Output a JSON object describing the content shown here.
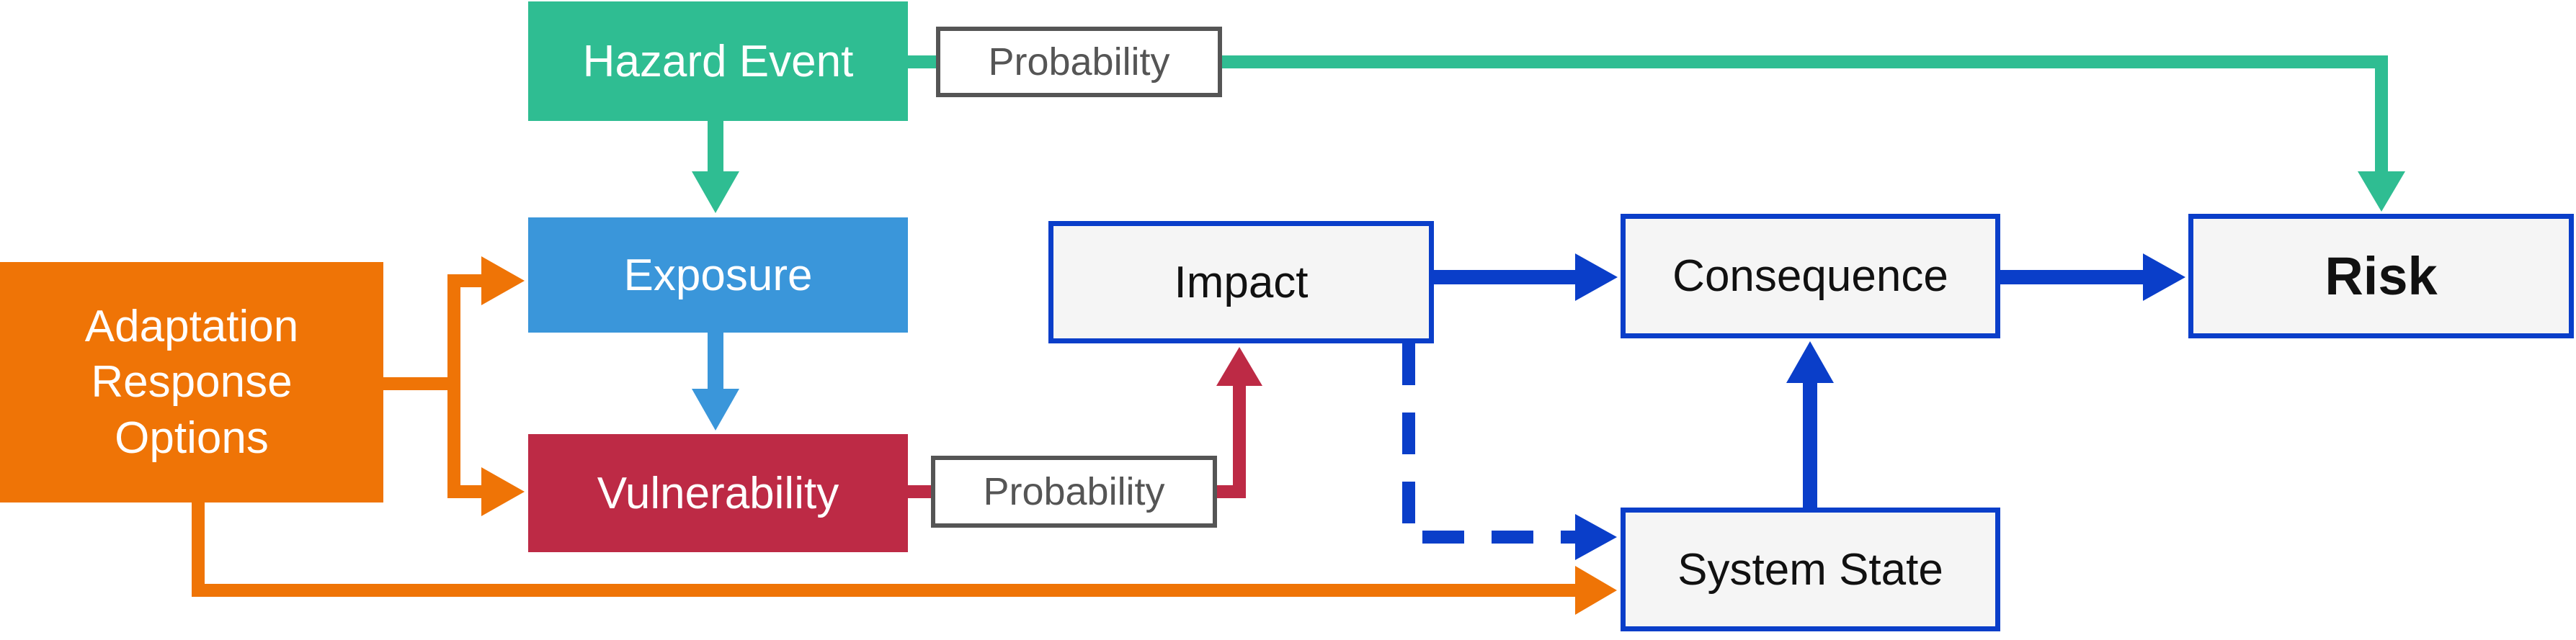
{
  "nodes": {
    "hazard_event": "Hazard Event",
    "exposure": "Exposure",
    "vulnerability": "Vulnerability",
    "adaptation": "Adaptation\nResponse\nOptions",
    "impact": "Impact",
    "consequence": "Consequence",
    "risk": "Risk",
    "system_state": "System State"
  },
  "labels": {
    "probability_hazard": "Probability",
    "probability_vulnerability": "Probability"
  },
  "colors": {
    "hazard": "#2fbd92",
    "exposure": "#3a96da",
    "vulnerability": "#bd2a45",
    "adaptation": "#ef7406",
    "system_blue": "#0a3ec9",
    "probability_border": "#555555"
  }
}
